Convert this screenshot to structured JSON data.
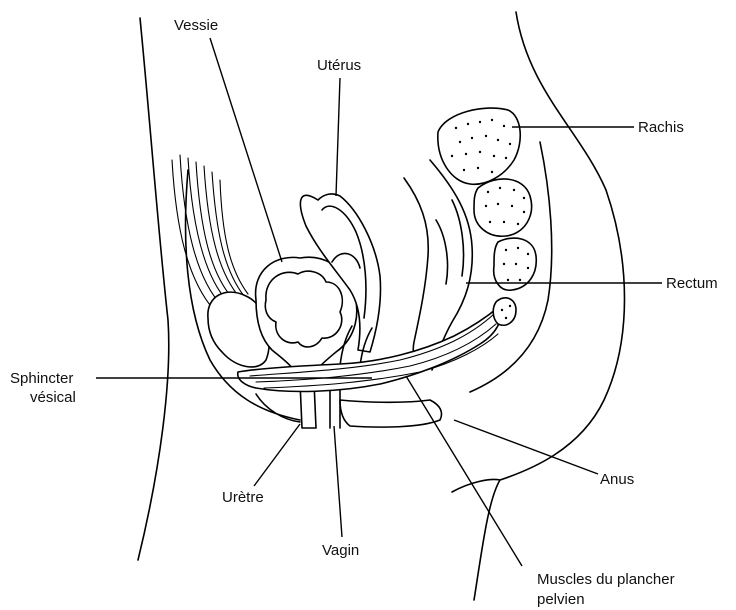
{
  "diagram": {
    "labels": {
      "vessie": "Vessie",
      "uterus": "Utérus",
      "rachis": "Rachis",
      "rectum": "Rectum",
      "sphincter_line1": "Sphincter",
      "sphincter_line2": "vésical",
      "anus": "Anus",
      "uretre": "Urètre",
      "vagin": "Vagin",
      "muscles_line1": "Muscles du plancher",
      "muscles_line2": "pelvien"
    }
  }
}
